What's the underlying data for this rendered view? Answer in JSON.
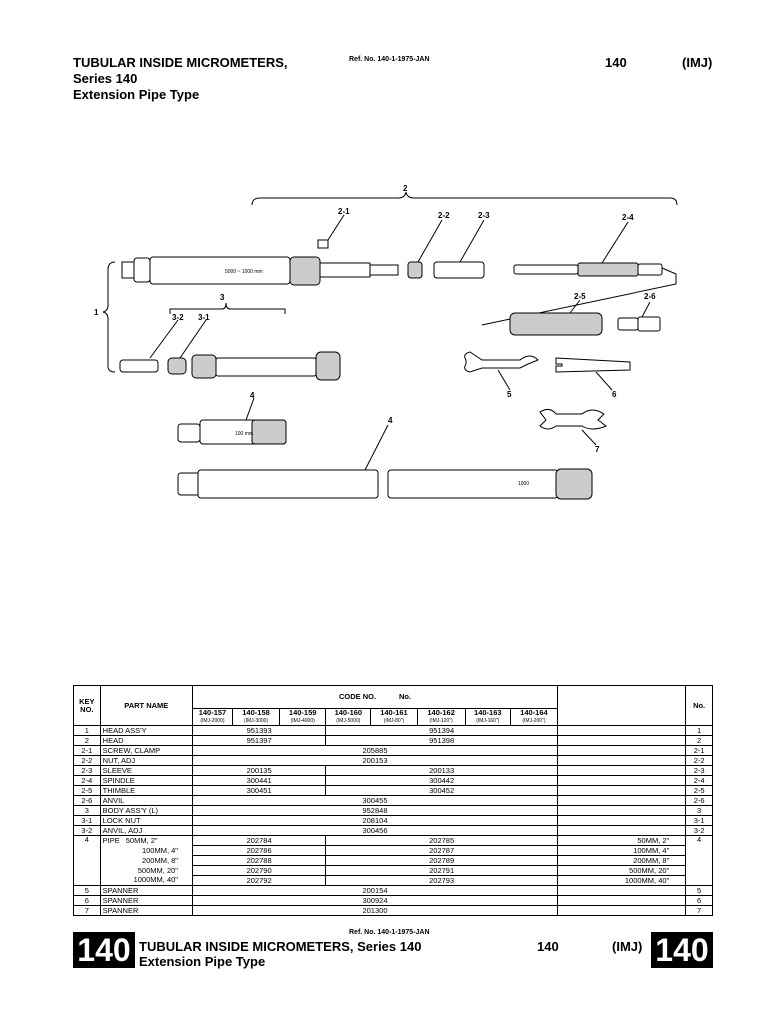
{
  "header": {
    "title_line1": "TUBULAR INSIDE MICROMETERS,",
    "title_line2": "Series 140",
    "title_line3": "Extension Pipe Type",
    "ref": "Ref. No. 140-1-1975-JAN",
    "number": "140",
    "code": "(IMJ)"
  },
  "drawing": {
    "labels": [
      "2",
      "2-1",
      "2-2",
      "2-3",
      "2-4",
      "1",
      "3",
      "3-2",
      "3-1",
      "2-5",
      "2-6",
      "5",
      "6",
      "4",
      "4",
      "7"
    ],
    "engravings": [
      "5000 ~ 1000 mm",
      "100 mm",
      "1000"
    ]
  },
  "table": {
    "head": {
      "key": "KEY NO.",
      "part": "PART NAME",
      "code": "CODE NO.",
      "no": "No.",
      "no_right": "No."
    },
    "models": [
      {
        "code": "140-157",
        "sub": "(IMJ-2000)"
      },
      {
        "code": "140-158",
        "sub": "(IMJ-3000)"
      },
      {
        "code": "140-159",
        "sub": "(IMJ-4000)"
      },
      {
        "code": "140-160",
        "sub": "(IMJ-5000)"
      },
      {
        "code": "140-161",
        "sub": "(IMJ-80\")"
      },
      {
        "code": "140-162",
        "sub": "(IMJ-120\")"
      },
      {
        "code": "140-163",
        "sub": "(IMJ-160\")"
      },
      {
        "code": "140-164",
        "sub": "(IMJ-200\")"
      }
    ],
    "rows": [
      {
        "key": "1",
        "name": "HEAD ASS'Y",
        "a": "951393",
        "b": "951394",
        "key_r": "1"
      },
      {
        "key": "2",
        "name": "HEAD",
        "a": "951397",
        "b": "951398",
        "key_r": "2"
      },
      {
        "key": "2-1",
        "name": "SCREW, CLAMP",
        "all": "205885",
        "key_r": "2-1"
      },
      {
        "key": "2-2",
        "name": "NUT, ADJ",
        "all": "200153",
        "key_r": "2-2"
      },
      {
        "key": "2-3",
        "name": "SLEEVE",
        "a": "200135",
        "b": "200133",
        "key_r": "2-3"
      },
      {
        "key": "2-4",
        "name": "SPINDLE",
        "a": "300441",
        "b": "300442",
        "key_r": "2-4"
      },
      {
        "key": "2-5",
        "name": "THIMBLE",
        "a": "300451",
        "b": "300452",
        "key_r": "2-5"
      },
      {
        "key": "2-6",
        "name": "ANVIL",
        "all": "300455",
        "key_r": "2-6"
      },
      {
        "key": "3",
        "name": "BODY ASS'Y (L)",
        "all": "952848",
        "key_r": "3"
      },
      {
        "key": "3-1",
        "name": "LOCK NUT",
        "all": "208104",
        "key_r": "3-1"
      },
      {
        "key": "3-2",
        "name": "ANVIL, ADJ",
        "all": "300456",
        "key_r": "3-2"
      }
    ],
    "pipe": {
      "key": "4",
      "key_r": "4",
      "name": "PIPE",
      "lines": [
        {
          "size": "50MM,   2\"",
          "a": "202784",
          "b": "202785",
          "right": "50MM,   2\""
        },
        {
          "size": "100MM,  4\"",
          "a": "202786",
          "b": "202787",
          "right": "100MM,  4\""
        },
        {
          "size": "200MM,  8\"",
          "a": "202788",
          "b": "202789",
          "right": "200MM,  8\""
        },
        {
          "size": "500MM, 20\"",
          "a": "202790",
          "b": "202791",
          "right": "500MM, 20\""
        },
        {
          "size": "1000MM, 40\"",
          "a": "202792",
          "b": "202793",
          "right": "1000MM, 40\""
        }
      ]
    },
    "tail_rows": [
      {
        "key": "5",
        "name": "SPANNER",
        "all": "200154",
        "key_r": "5"
      },
      {
        "key": "6",
        "name": "SPANNER",
        "all": "300924",
        "key_r": "6"
      },
      {
        "key": "7",
        "name": "SPANNER",
        "all": "201300",
        "key_r": "7"
      }
    ]
  },
  "footer": {
    "ref": "Ref. No. 140-1-1975-JAN",
    "badge": "140",
    "title": "TUBULAR INSIDE MICROMETERS,  Series 140",
    "subtitle": "Extension Pipe Type",
    "number": "140",
    "code": "(IMJ)"
  }
}
